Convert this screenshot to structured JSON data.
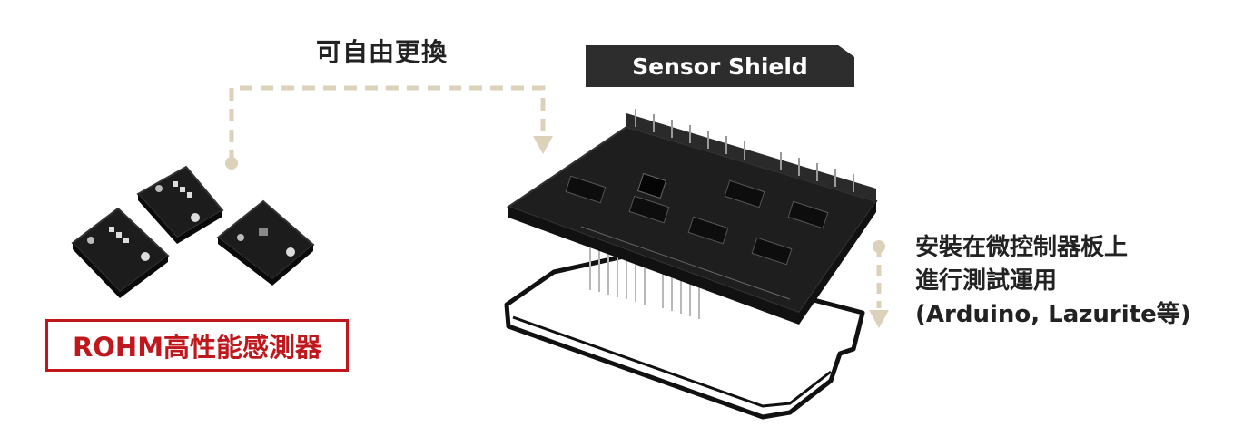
{
  "diagram": {
    "swap_label": "可自由更換",
    "shield_label": "Sensor Shield",
    "install_label": {
      "line1": "安裝在微控制器板上",
      "line2": "進行測試運用",
      "line3": "(Arduino, Lazurite等)"
    },
    "sensor_label": "ROHM高性能感測器"
  },
  "colors": {
    "arrow": "#dcd2bc",
    "label_dark": "#2d2d2d",
    "accent_red": "#c0171d",
    "board": "#1e1e1e"
  },
  "icons": [
    "sensor-module-icon",
    "sensor-shield-board-icon",
    "microcontroller-board-outline-icon",
    "dashed-arrow-icon"
  ]
}
